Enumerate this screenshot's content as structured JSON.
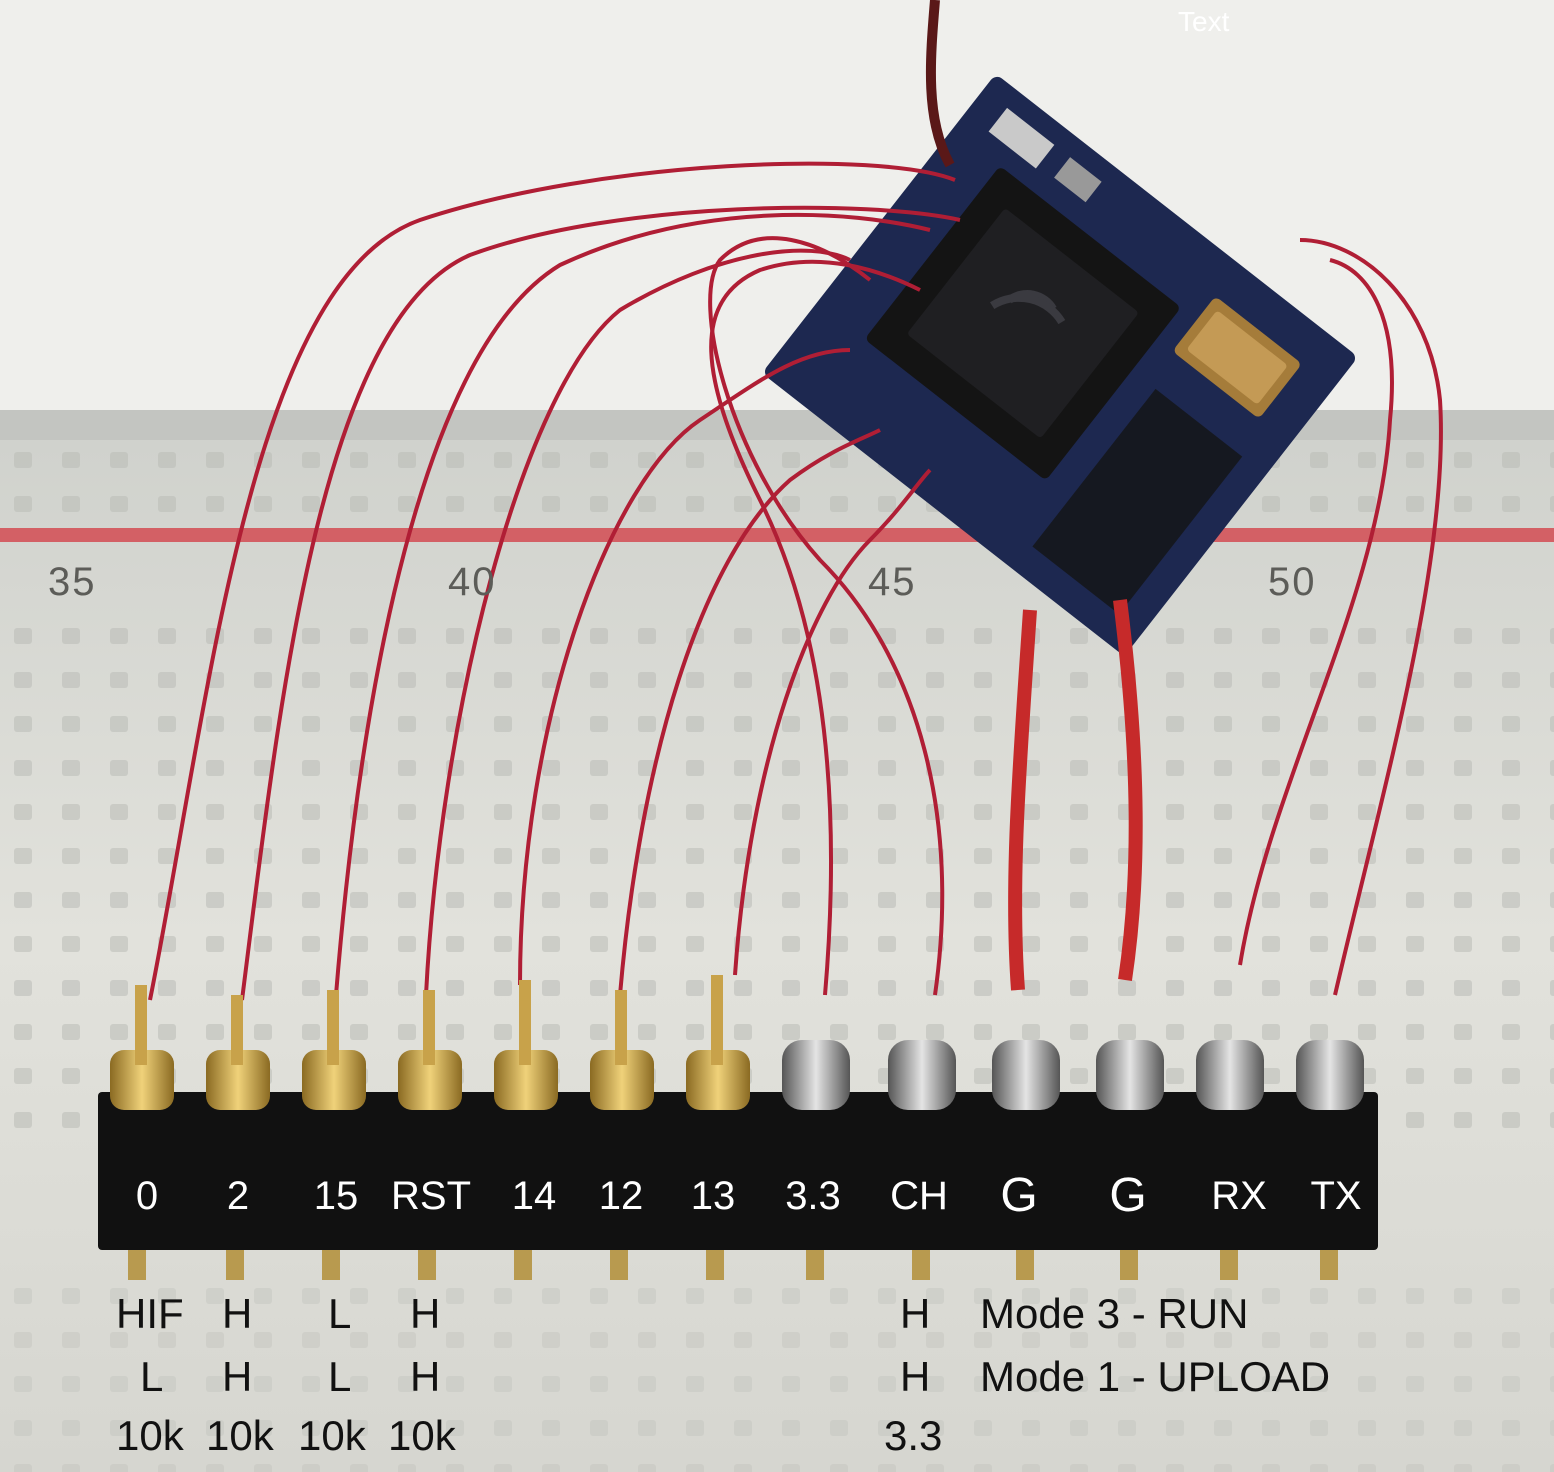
{
  "top_label": "Text",
  "breadboard": {
    "column_numbers": [
      "35",
      "40",
      "45",
      "50"
    ]
  },
  "header_pins": [
    "0",
    "2",
    "15",
    "RST",
    "14",
    "12",
    "13",
    "3.3",
    "CH",
    "G",
    "G",
    "RX",
    "TX"
  ],
  "bottom_rows": {
    "row1": {
      "p0": "HIF",
      "p2": "H",
      "p15": "L",
      "rst": "H",
      "ch": "H",
      "mode": "Mode 3 - RUN"
    },
    "row2": {
      "p0": "L",
      "p2": "H",
      "p15": "L",
      "rst": "H",
      "ch": "H",
      "mode": "Mode 1 - UPLOAD"
    },
    "row3": {
      "p0": "10k",
      "p2": "10k",
      "p15": "10k",
      "rst": "10k",
      "ch": "3.3"
    }
  },
  "colors": {
    "wire": "#b01e35",
    "thick_wire": "#c62a2a",
    "module_pcb": "#1d2850",
    "header_plastic": "#111111",
    "pin_gold": "#c8a24a",
    "breadboard": "#dcdcd6",
    "rail_line": "#d24b52"
  }
}
